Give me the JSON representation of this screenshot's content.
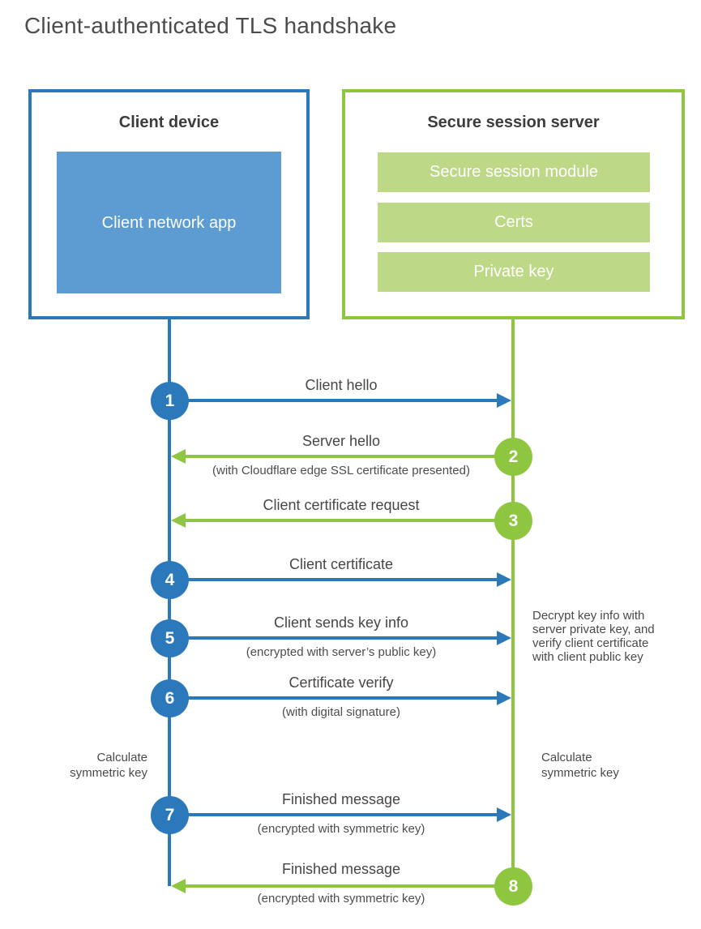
{
  "title": "Client-authenticated TLS handshake",
  "colors": {
    "client_blue": "#2b78bb",
    "client_blue_light": "#5d9cd3",
    "server_green": "#8fc640",
    "server_green_light": "#bdd887",
    "text_dark": "#464646",
    "text_heading": "#3c3c3c"
  },
  "client": {
    "title": "Client device",
    "app_label": "Client network app"
  },
  "server": {
    "title": "Secure session server",
    "modules": [
      "Secure session module",
      "Certs",
      "Private key"
    ]
  },
  "steps": [
    {
      "num": "1",
      "label": "Client hello",
      "sub": "",
      "from": "client",
      "to": "server"
    },
    {
      "num": "2",
      "label": "Server hello",
      "sub": "(with Cloudflare edge SSL certificate presented)",
      "from": "server",
      "to": "client"
    },
    {
      "num": "3",
      "label": "Client certificate request",
      "sub": "",
      "from": "server",
      "to": "client"
    },
    {
      "num": "4",
      "label": "Client certificate",
      "sub": "",
      "from": "client",
      "to": "server"
    },
    {
      "num": "5",
      "label": "Client sends key info",
      "sub": "(encrypted with server’s public key)",
      "from": "client",
      "to": "server"
    },
    {
      "num": "6",
      "label": "Certificate verify",
      "sub": "(with digital signature)",
      "from": "client",
      "to": "server"
    },
    {
      "num": "7",
      "label": "Finished message",
      "sub": "(encrypted with symmetric key)",
      "from": "client",
      "to": "server"
    },
    {
      "num": "8",
      "label": "Finished message",
      "sub": "(encrypted with symmetric key)",
      "from": "server",
      "to": "client"
    }
  ],
  "annotations": {
    "left_calc": {
      "lines": [
        "Calculate",
        "symmetric key"
      ]
    },
    "right_calc": {
      "lines": [
        "Calculate",
        "symmetric key"
      ]
    },
    "decrypt_note": {
      "lines": [
        "Decrypt key info with",
        "server private key, and",
        "verify client certificate",
        "with client public key"
      ]
    }
  }
}
